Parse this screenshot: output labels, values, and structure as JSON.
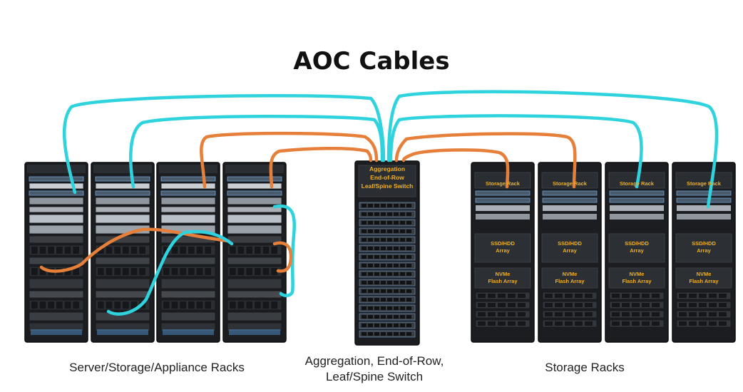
{
  "title": "AOC Cables",
  "captions": {
    "server_racks": "Server/Storage/Appliance Racks",
    "switch": "Aggregation, End-of-Row,\nLeaf/Spine Switch",
    "storage_racks": "Storage Racks"
  },
  "switch_rack_label": [
    "Aggregation",
    "End-of-Row",
    "Leaf/Spine Switch"
  ],
  "storage_rack_labels": {
    "top": "Storage Rack",
    "middle": [
      "SSD/HDD",
      "Array"
    ],
    "lower": [
      "NVMe",
      "Flash Array"
    ]
  },
  "colors": {
    "cable_cyan": "#2fd3de",
    "cable_orange": "#e57f3a",
    "label_yellow": "#f2b01e",
    "rack_dark": "#1b1d20"
  }
}
